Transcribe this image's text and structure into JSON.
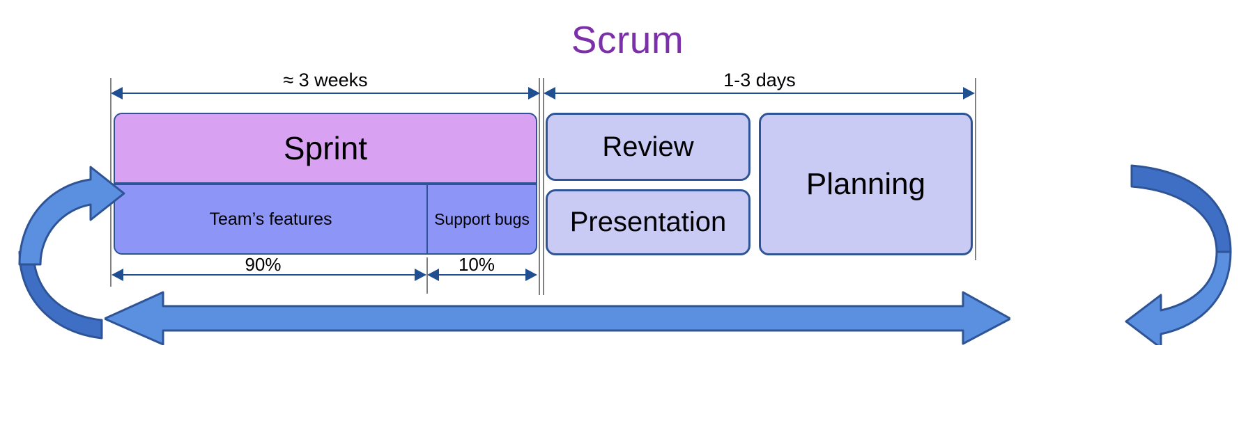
{
  "title": "Scrum",
  "colors": {
    "title": "#7B2FA8",
    "sprint_fill": "#D9A1F2",
    "subcell_fill": "#8D96F7",
    "ceremony_fill": "#CACBF4",
    "box_border": "#2E5496",
    "arrow_blue": "#5B8FE0",
    "arrow_blue_dark": "#3F6FC4",
    "measure_line": "#1F4E91",
    "tick_gray": "#808080"
  },
  "timeline": {
    "left_duration": "≈ 3 weeks",
    "right_duration": "1-3 days"
  },
  "sprint": {
    "label": "Sprint",
    "subdivisions": [
      {
        "label": "Team’s features",
        "percent": "90%"
      },
      {
        "label": "Support bugs",
        "percent": "10%"
      }
    ]
  },
  "ceremonies": [
    {
      "label": "Review"
    },
    {
      "label": "Presentation"
    },
    {
      "label": "Planning"
    }
  ],
  "cycle": {
    "bottom_arrow": "cycle-arrow-left",
    "left_arrow": "curved-arrow-up-right",
    "right_arrow": "curved-arrow-down-left"
  }
}
